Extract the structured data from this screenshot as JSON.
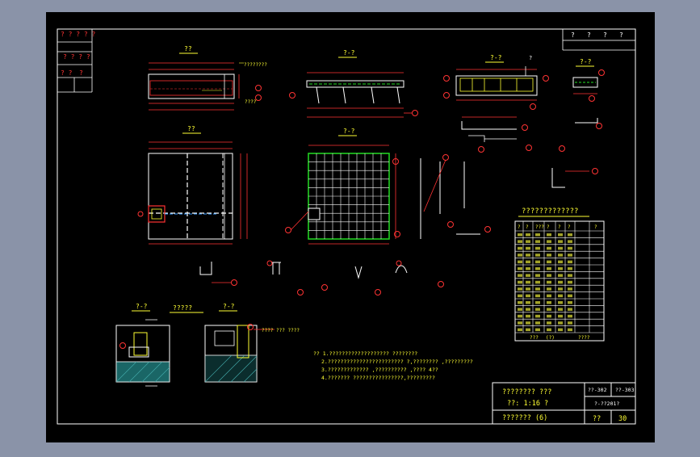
{
  "colors": {
    "background": "#8a93a8",
    "paper": "#000000",
    "line": "#ffffff",
    "red": "#ff1a1a",
    "yellow": "#ffff33",
    "green": "#22dd22"
  },
  "title_block_left": {
    "row1": "? ? ? ? ?",
    "row2": "? ? ? ?",
    "row3": "? ?",
    "row3_b": "?"
  },
  "title_block_top_right": [
    "?",
    "?",
    "?",
    "?"
  ],
  "views": {
    "v1_title": "??",
    "v2_title": "?-?",
    "v3_title": "?-?",
    "v4_title": "?-?",
    "v5_title": "??",
    "v6_title": "?-?",
    "v7_title": "?-?",
    "v8_title": "?????",
    "v9_title": "?-?",
    "label_a": "????????",
    "label_b": "????",
    "label_c": "???? ???  ????"
  },
  "rebar_table": {
    "title": "?????????????",
    "headers": [
      "?",
      "?",
      "???",
      "?",
      "?",
      "?",
      "?"
    ],
    "footer_a": "???",
    "footer_b": "(?)",
    "footer_c": "????"
  },
  "notes": [
    "?? 1.???????????????????   ????????",
    "2.????????????????????????    ?,???????? ,?????????",
    "3.????????????? ,??????????  ,???? 4??",
    "4.??????? ????????????????,?????????"
  ],
  "title_block": {
    "project": "????????  ???",
    "scale": "??: 1:16 ?",
    "drawing": "??????? (6)",
    "code_a": "??-302",
    "code_b": "??-303",
    "code_c": "?-??201?",
    "sheet_label": "??",
    "sheet_no": "30"
  }
}
